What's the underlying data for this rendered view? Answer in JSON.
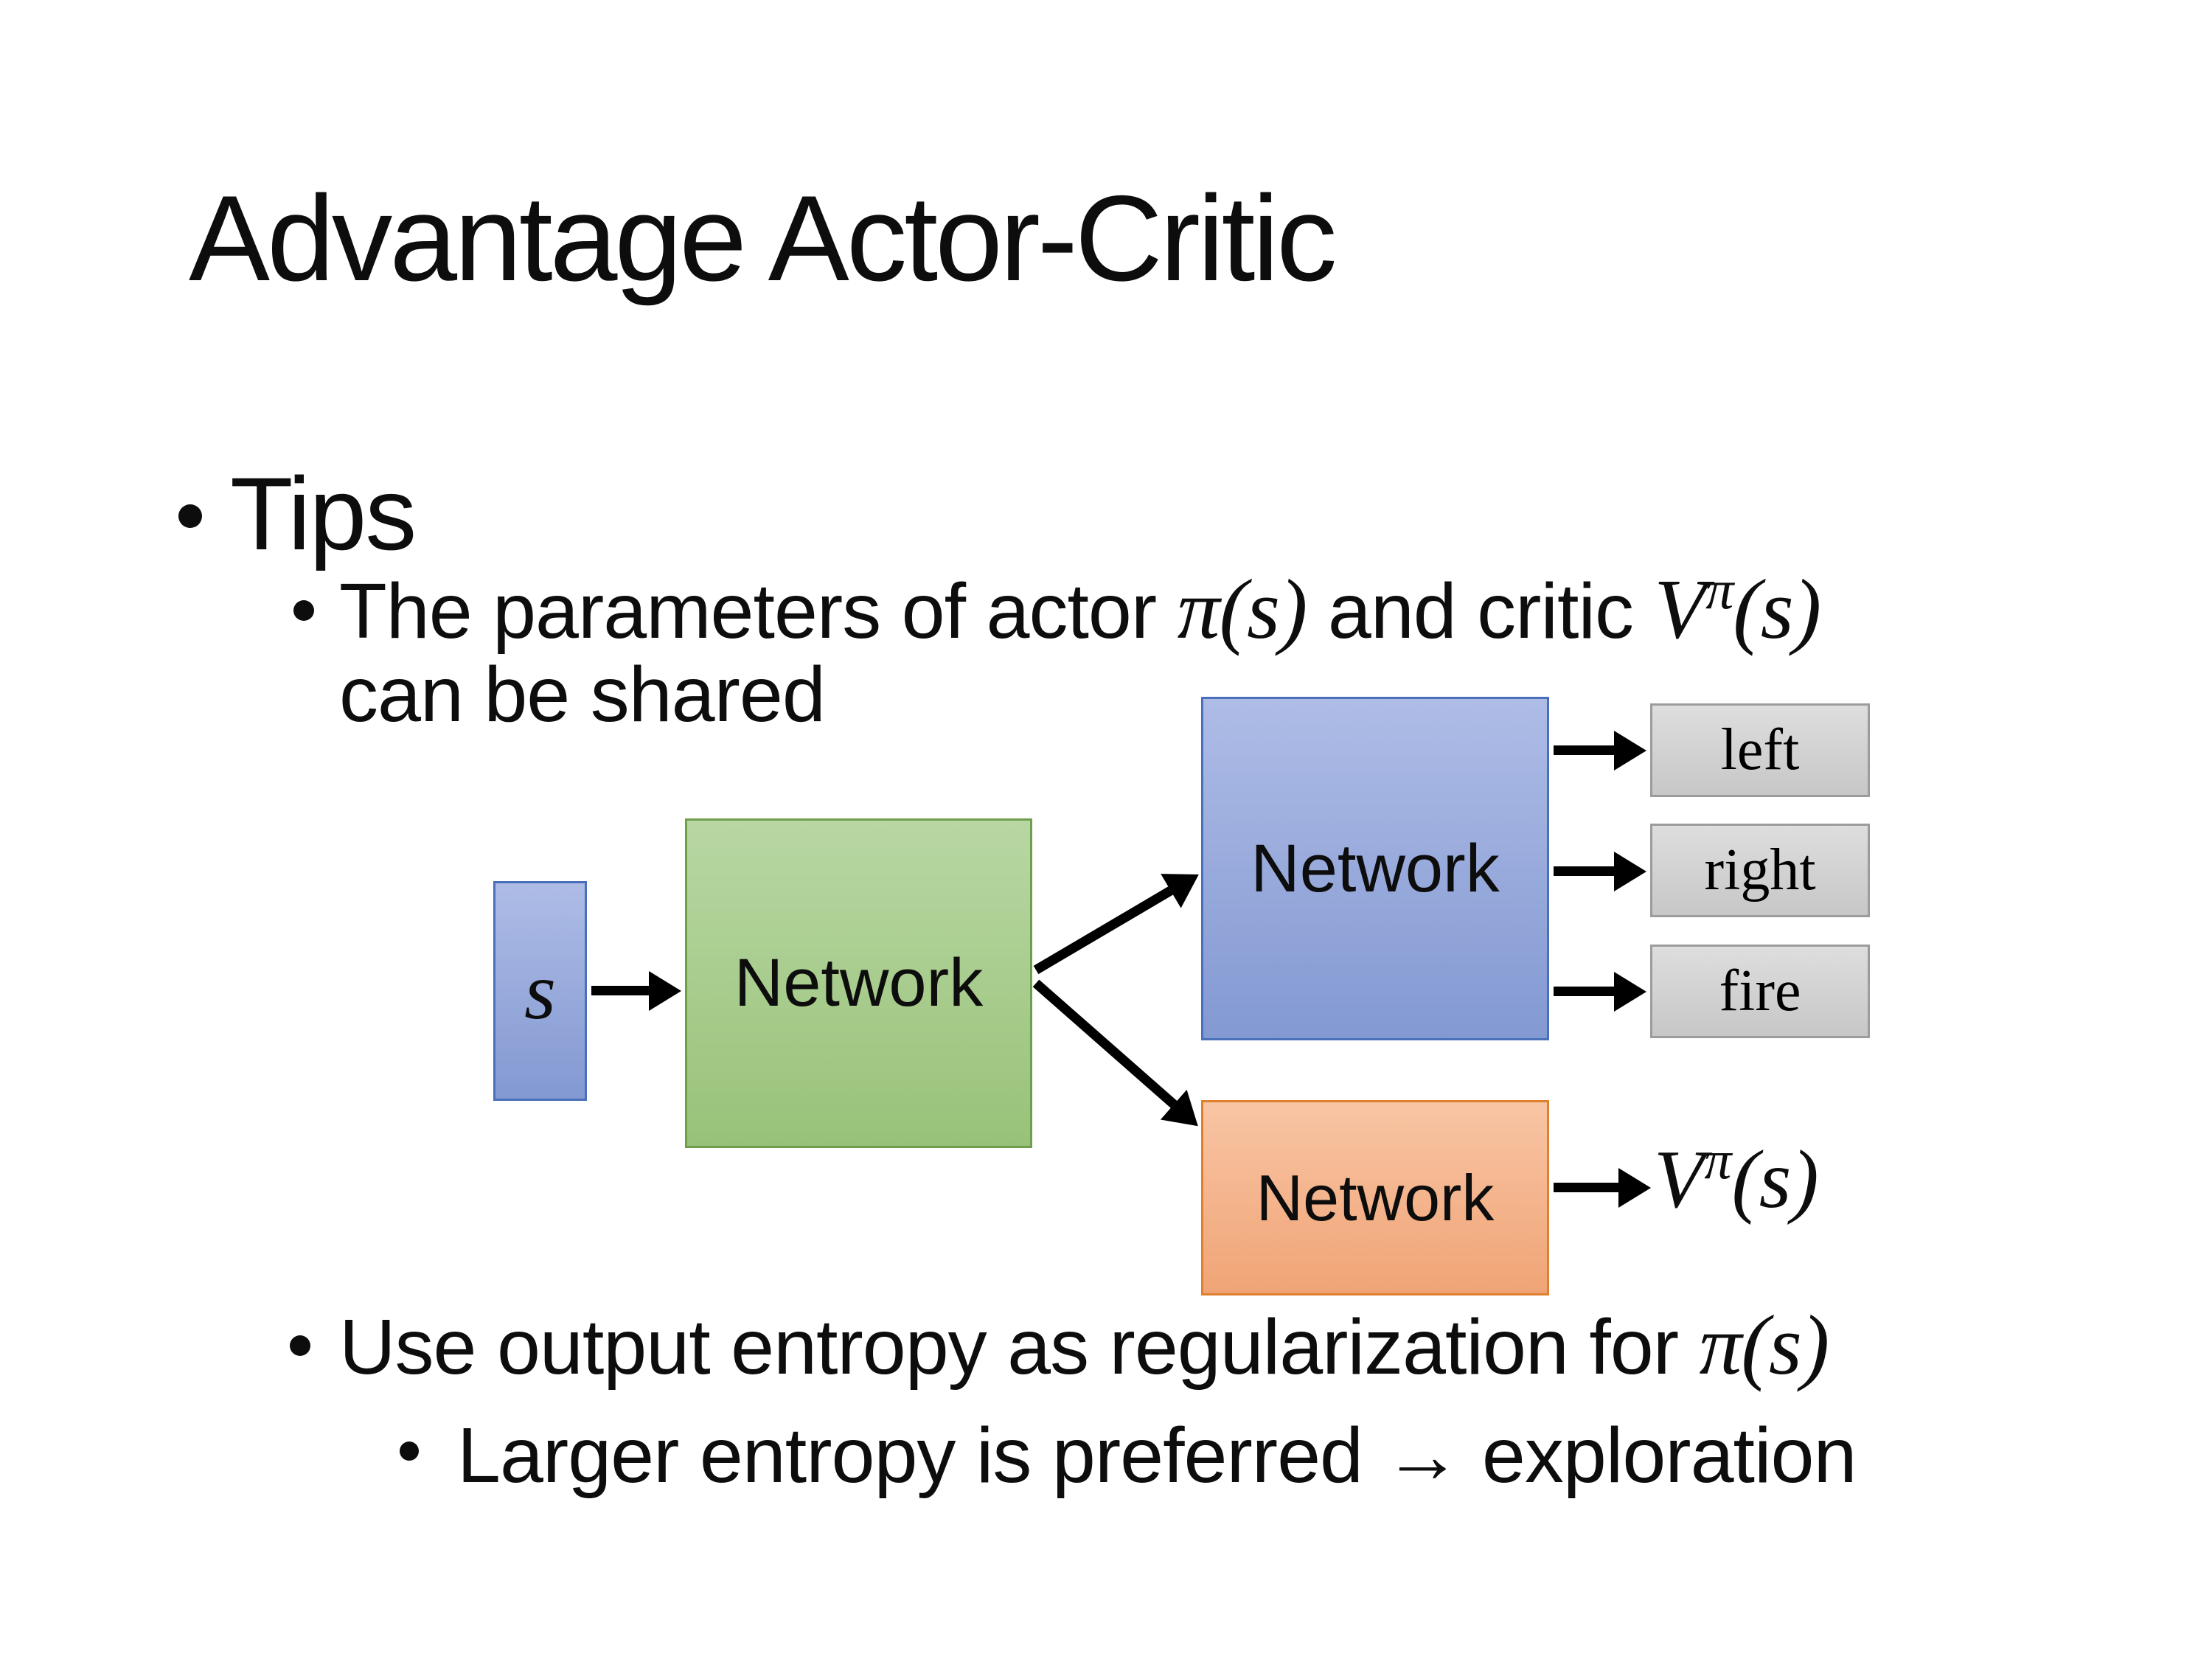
{
  "theme": {
    "colors": {
      "background": "#ffffff",
      "text": "#0d0d0d",
      "arrow": "#000000",
      "blue-fill-top": "#aebce6",
      "blue-fill-bottom": "#8399d2",
      "blue-border": "#4a70bb",
      "green-fill-top": "#b8d7a3",
      "green-fill-bottom": "#98c279",
      "green-border": "#6f9f4d",
      "orange-fill-top": "#f8c5a4",
      "orange-fill-bottom": "#f0a476",
      "orange-border": "#e0802e",
      "gray-fill-top": "#dedede",
      "gray-fill-bottom": "#c7c7c7",
      "gray-border": "#9c9c9c"
    }
  },
  "slide": {
    "title": "Advantage Actor-Critic",
    "tips": "Tips",
    "sub_bullet_1": {
      "pre": "The parameters of actor ",
      "actor_math": "π(s)",
      "mid": " and critic ",
      "critic_base": "V",
      "critic_sup": "π",
      "critic_rest": "(s)",
      "line2": "can be shared"
    },
    "sub_bullet_2": {
      "pre": "Use output entropy as regularization for ",
      "math": "π(s)"
    },
    "sub_sub_bullet": "Larger entropy is preferred → exploration"
  },
  "diagram": {
    "input_label": "s",
    "shared_network_label": "Network",
    "actor_network_label": "Network",
    "critic_network_label": "Network",
    "actions": [
      "left",
      "right",
      "fire"
    ],
    "critic_output": {
      "base": "V",
      "sup": "π",
      "rest": "(s)"
    }
  }
}
